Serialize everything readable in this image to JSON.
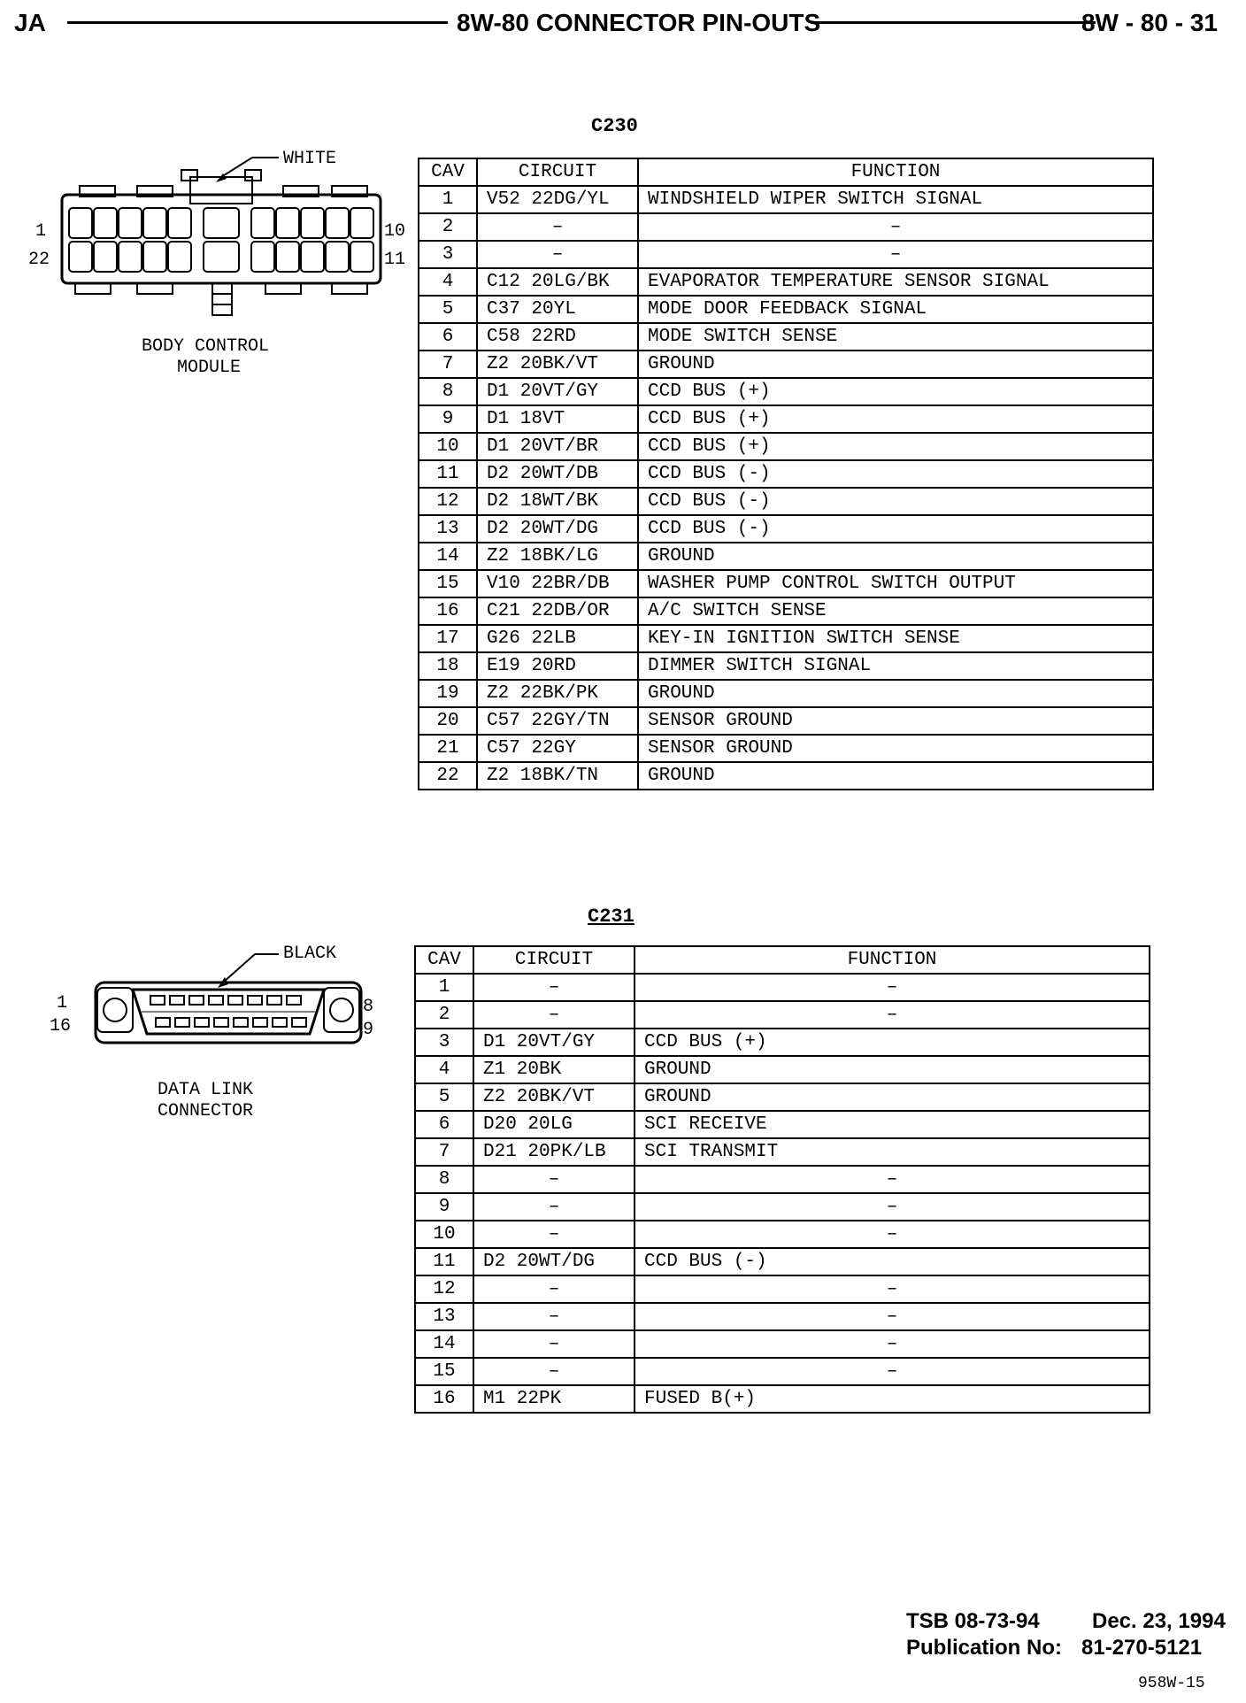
{
  "header": {
    "left": "JA",
    "title": "8W-80 CONNECTOR PIN-OUTS",
    "page": "8W - 80 - 31"
  },
  "c230": {
    "title": "C230",
    "illustration": {
      "color_label": "WHITE",
      "pin_left_top": "1",
      "pin_left_bottom": "22",
      "pin_right_top": "10",
      "pin_right_bottom": "11",
      "caption_line1": "BODY CONTROL",
      "caption_line2": "MODULE"
    },
    "columns": [
      "CAV",
      "CIRCUIT",
      "FUNCTION"
    ],
    "rows": [
      {
        "cav": "1",
        "circuit": "V52 22DG/YL",
        "function": "WINDSHIELD WIPER SWITCH SIGNAL"
      },
      {
        "cav": "2",
        "circuit": "–",
        "function": "–"
      },
      {
        "cav": "3",
        "circuit": "–",
        "function": "–"
      },
      {
        "cav": "4",
        "circuit": "C12 20LG/BK",
        "function": "EVAPORATOR TEMPERATURE SENSOR SIGNAL"
      },
      {
        "cav": "5",
        "circuit": "C37 20YL",
        "function": "MODE DOOR FEEDBACK SIGNAL"
      },
      {
        "cav": "6",
        "circuit": "C58 22RD",
        "function": "MODE SWITCH SENSE"
      },
      {
        "cav": "7",
        "circuit": "Z2 20BK/VT",
        "function": "GROUND"
      },
      {
        "cav": "8",
        "circuit": "D1 20VT/GY",
        "function": "CCD BUS (+)"
      },
      {
        "cav": "9",
        "circuit": "D1 18VT",
        "function": "CCD BUS (+)"
      },
      {
        "cav": "10",
        "circuit": "D1 20VT/BR",
        "function": "CCD BUS (+)"
      },
      {
        "cav": "11",
        "circuit": "D2 20WT/DB",
        "function": "CCD BUS (-)"
      },
      {
        "cav": "12",
        "circuit": "D2 18WT/BK",
        "function": "CCD BUS (-)"
      },
      {
        "cav": "13",
        "circuit": "D2 20WT/DG",
        "function": "CCD BUS (-)"
      },
      {
        "cav": "14",
        "circuit": "Z2 18BK/LG",
        "function": "GROUND"
      },
      {
        "cav": "15",
        "circuit": "V10 22BR/DB",
        "function": "WASHER PUMP CONTROL SWITCH OUTPUT"
      },
      {
        "cav": "16",
        "circuit": "C21 22DB/OR",
        "function": "A/C SWITCH SENSE"
      },
      {
        "cav": "17",
        "circuit": "G26 22LB",
        "function": "KEY-IN IGNITION SWITCH SENSE"
      },
      {
        "cav": "18",
        "circuit": "E19 20RD",
        "function": "DIMMER SWITCH SIGNAL"
      },
      {
        "cav": "19",
        "circuit": "Z2 22BK/PK",
        "function": "GROUND"
      },
      {
        "cav": "20",
        "circuit": "C57 22GY/TN",
        "function": "SENSOR GROUND"
      },
      {
        "cav": "21",
        "circuit": "C57 22GY",
        "function": "SENSOR GROUND"
      },
      {
        "cav": "22",
        "circuit": "Z2 18BK/TN",
        "function": "GROUND"
      }
    ]
  },
  "c231": {
    "title": "C231",
    "illustration": {
      "color_label": "BLACK",
      "pin_left_top": "1",
      "pin_left_bottom": "16",
      "pin_right_top": "8",
      "pin_right_bottom": "9",
      "caption_line1": "DATA LINK",
      "caption_line2": "CONNECTOR"
    },
    "columns": [
      "CAV",
      "CIRCUIT",
      "FUNCTION"
    ],
    "rows": [
      {
        "cav": "1",
        "circuit": "–",
        "function": "–"
      },
      {
        "cav": "2",
        "circuit": "–",
        "function": "–"
      },
      {
        "cav": "3",
        "circuit": "D1 20VT/GY",
        "function": "CCD BUS (+)"
      },
      {
        "cav": "4",
        "circuit": "Z1 20BK",
        "function": "GROUND"
      },
      {
        "cav": "5",
        "circuit": "Z2 20BK/VT",
        "function": "GROUND"
      },
      {
        "cav": "6",
        "circuit": "D20 20LG",
        "function": "SCI RECEIVE"
      },
      {
        "cav": "7",
        "circuit": "D21 20PK/LB",
        "function": "SCI TRANSMIT"
      },
      {
        "cav": "8",
        "circuit": "–",
        "function": "–"
      },
      {
        "cav": "9",
        "circuit": "–",
        "function": "–"
      },
      {
        "cav": "10",
        "circuit": "–",
        "function": "–"
      },
      {
        "cav": "11",
        "circuit": "D2 20WT/DG",
        "function": "CCD BUS (-)"
      },
      {
        "cav": "12",
        "circuit": "–",
        "function": "–"
      },
      {
        "cav": "13",
        "circuit": "–",
        "function": "–"
      },
      {
        "cav": "14",
        "circuit": "–",
        "function": "–"
      },
      {
        "cav": "15",
        "circuit": "–",
        "function": "–"
      },
      {
        "cav": "16",
        "circuit": "M1 22PK",
        "function": "FUSED B(+)"
      }
    ]
  },
  "footer": {
    "tsb": "TSB 08-73-94",
    "date": "Dec. 23, 1994",
    "publication_label": "Publication No:",
    "publication_no": "81-270-5121",
    "figure_id": "958W-15"
  }
}
